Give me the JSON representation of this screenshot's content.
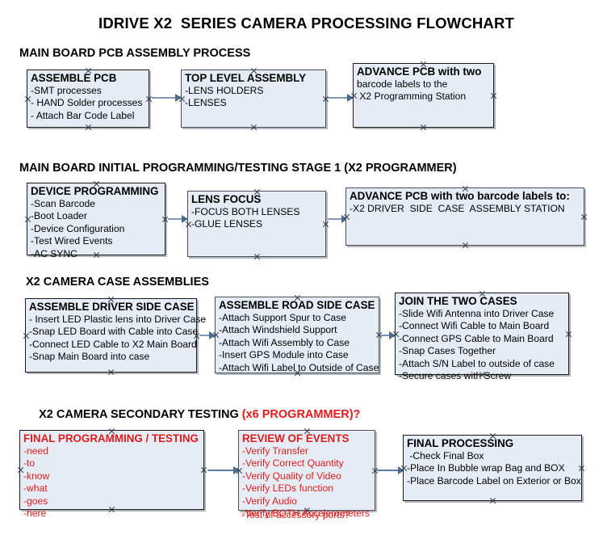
{
  "document": {
    "title": "IDRIVE X2  SERIES CAMERA PROCESSING FLOWCHART"
  },
  "sections": [
    {
      "id": "main-board-pcb-assembly",
      "heading": "MAIN BOARD PCB ASSEMBLY PROCESS",
      "heading_accent": "",
      "nodes": [
        {
          "id": "assemble-pcb",
          "title": "ASSEMBLE PCB",
          "lines": [
            "-SMT processes",
            "- HAND Solder processes",
            "- Attach Bar Code Label"
          ]
        },
        {
          "id": "top-level-assembly",
          "title": "TOP LEVEL ASSEMBLY",
          "lines": [
            "-LENS HOLDERS",
            "-LENSES"
          ]
        },
        {
          "id": "advance-pcb-programming-station",
          "title": "ADVANCE PCB with two",
          "lines": [
            "barcode labels to the",
            " X2 Programming Station"
          ]
        }
      ]
    },
    {
      "id": "main-board-initial-programming",
      "heading": "MAIN BOARD INITIAL PROGRAMMING/TESTING STAGE 1 (X2 PROGRAMMER)",
      "heading_accent": "",
      "nodes": [
        {
          "id": "device-programming",
          "title": "DEVICE PROGRAMMING",
          "lines": [
            "-Scan Barcode",
            "-Boot Loader",
            "-Device Configuration",
            "-Test Wired Events",
            "-AC SYNC"
          ]
        },
        {
          "id": "lens-focus",
          "title": "LENS FOCUS",
          "lines": [
            "-FOCUS BOTH LENSES",
            "-GLUE LENSES"
          ]
        },
        {
          "id": "advance-pcb-driver-side-case",
          "title": "ADVANCE PCB with two barcode labels to:",
          "lines": [
            "-X2 DRIVER  SIDE  CASE  ASSEMBLY STATION"
          ]
        }
      ]
    },
    {
      "id": "x2-camera-case-assemblies",
      "heading": "X2 CAMERA CASE ASSEMBLIES",
      "heading_accent": "",
      "nodes": [
        {
          "id": "assemble-driver-side-case",
          "title": "ASSEMBLE DRIVER SIDE CASE",
          "lines": [
            "- Insert LED Plastic lens into Driver Case",
            "-Snap LED Board with Cable into Case",
            "-Connect LED Cable to X2 Main Board",
            "-Snap Main Board into case"
          ]
        },
        {
          "id": "assemble-road-side-case",
          "title": "ASSEMBLE ROAD SIDE CASE",
          "lines": [
            "-Attach Support Spur to Case",
            "-Attach Windshield Support",
            "-Attach Wifi Assembly to Case",
            "-Insert GPS Module into Case",
            "-Attach Wifi Label to Outside of Case"
          ]
        },
        {
          "id": "join-the-two-cases",
          "title": "JOIN THE TWO CASES",
          "lines": [
            "-Slide Wifi Antenna into Driver Case",
            "-Connect Wifi Cable to Main Board",
            "-Connect GPS Cable to Main Board",
            "-Snap Cases Together",
            "-Attach S/N Label to outside of case",
            "-Secure cases with Screw"
          ]
        }
      ]
    },
    {
      "id": "x2-camera-secondary-testing",
      "heading": "X2 CAMERA SECONDARY TESTING ",
      "heading_accent": "(x6 PROGRAMMER)?",
      "nodes": [
        {
          "id": "final-programming-testing",
          "title": "FINAL PROGRAMMING / TESTING",
          "lines": [
            "-need",
            "-to",
            "-know",
            "-what",
            "-goes",
            "-here"
          ]
        },
        {
          "id": "review-of-events",
          "title": "REVIEW OF EVENTS",
          "lines": [
            "-Verify Transfer",
            "-Verify Correct Quantity",
            "-Verify Quality of Video",
            "-Verify LEDs function",
            "-Verify Audio",
            "-Verify BOTH Accelerometers"
          ],
          "overflow_line": "-Test of accessory ports?"
        },
        {
          "id": "final-processing",
          "title": "FINAL PROCESSING",
          "lines": [
            " -Check Final Box",
            "-Place In Bubble wrap Bag and BOX",
            "-Place Barcode Label on Exterior or Box"
          ]
        }
      ]
    }
  ],
  "colors": {
    "node_fill": "#e6ecf5",
    "node_border": "#1a1a1a",
    "accent_red": "#e01b1b",
    "arrow": "#7f97b5",
    "text": "#000000"
  }
}
